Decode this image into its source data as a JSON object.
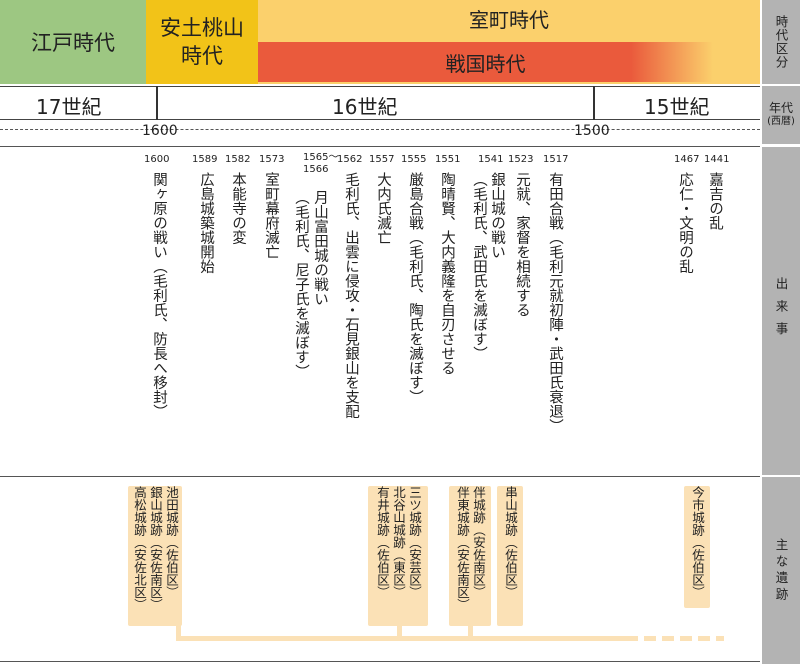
{
  "periods": {
    "edo": "江戸時代",
    "azuchi_momoyama": "安土桃山\n時代",
    "muromachi": "室町時代",
    "sengoku": "戦国時代"
  },
  "centuries": {
    "c17": "17世紀",
    "c16": "16世紀",
    "c15": "15世紀"
  },
  "boundary_years": {
    "y1600": "1600",
    "y1500": "1500"
  },
  "side_labels": {
    "era": "時代区分",
    "year": "年代",
    "year_sub": "(西暦)",
    "events": "出来事",
    "sites": "主な遺跡"
  },
  "events": [
    {
      "year": "1600",
      "text": "関ヶ原の戦い（毛利氏、防長へ移封）"
    },
    {
      "year": "1589",
      "text": "広島城築城開始"
    },
    {
      "year": "1582",
      "text": "本能寺の変"
    },
    {
      "year": "1573",
      "text": "室町幕府滅亡"
    },
    {
      "year": "1565〜1566",
      "text": "月山富田城の戦い",
      "text2": "（毛利氏、尼子氏を滅ぼす）"
    },
    {
      "year": "1562",
      "text": "毛利氏、出雲に侵攻・石見銀山を支配"
    },
    {
      "year": "1557",
      "text": "大内氏滅亡"
    },
    {
      "year": "1555",
      "text": "厳島合戦（毛利氏、陶氏を滅ぼす）"
    },
    {
      "year": "1551",
      "text": "陶晴賢、大内義隆を自刃させる"
    },
    {
      "year": "1541",
      "text": "銀山城の戦い",
      "text2": "（毛利氏、武田氏を滅ぼす）"
    },
    {
      "year": "1523",
      "text": "元就、家督を相続する"
    },
    {
      "year": "1517",
      "text": "有田合戦（毛利元就初陣・武田氏衰退）"
    },
    {
      "year": "1467",
      "text": "応仁・文明の乱"
    },
    {
      "year": "1441",
      "text": "嘉吉の乱"
    }
  ],
  "sites": [
    {
      "lines": [
        "池田城跡（佐伯区）",
        "銀山城跡（安佐南区）",
        "高松城跡（安佐北区）"
      ]
    },
    {
      "lines": [
        "三ツ城跡（安芸区）",
        "北谷山城跡（東区）",
        "有井城跡（佐伯区）"
      ]
    },
    {
      "lines": [
        "伴城跡（安佐南区）",
        "伴東城跡（安佐南区）"
      ]
    },
    {
      "lines": [
        "串山城跡（佐伯区）"
      ]
    },
    {
      "lines": [
        "今市城跡（佐伯区）"
      ]
    }
  ],
  "colors": {
    "edo": "#9dc782",
    "azuchi": "#f2c318",
    "muromachi": "#fbd06c",
    "sengoku": "#ea5a3c",
    "side": "#b3b3b3",
    "site_box": "#fbe1b6"
  }
}
